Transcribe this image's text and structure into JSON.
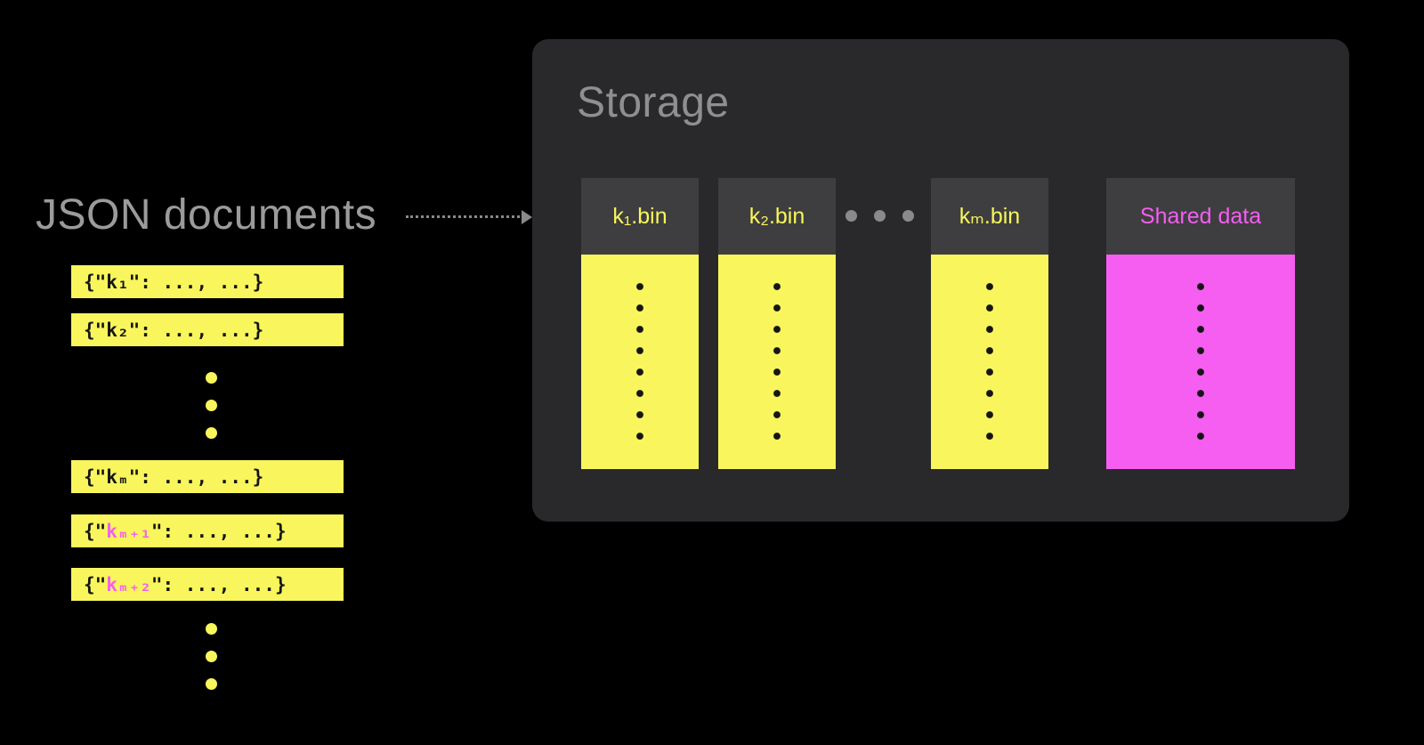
{
  "colors": {
    "yellow": "#f8f65c",
    "magenta": "#f55ef0",
    "panel-bg": "#29292b",
    "header-bg": "#3e3e40",
    "title-gray": "#9b9b9b",
    "storage-title-gray": "#8f8f8f",
    "dot-gray": "#8a8a8a",
    "ink": "#151515"
  },
  "left": {
    "title": "JSON documents",
    "documents": [
      {
        "prefix": "{\"",
        "key": "k₁",
        "suffix": "\": ..., ...}",
        "key_color": "black"
      },
      {
        "prefix": "{\"",
        "key": "k₂",
        "suffix": "\": ..., ...}",
        "key_color": "black"
      },
      {
        "prefix": "{\"",
        "key": "kₘ",
        "suffix": "\": ..., ...}",
        "key_color": "black"
      },
      {
        "prefix": "{\"",
        "key": "kₘ₊₁",
        "suffix": "\": ..., ...}",
        "key_color": "magenta"
      },
      {
        "prefix": "{\"",
        "key": "kₘ₊₂",
        "suffix": "\": ..., ...}",
        "key_color": "magenta"
      }
    ]
  },
  "storage": {
    "title": "Storage",
    "bins": [
      {
        "label": "k₁.bin",
        "type": "key"
      },
      {
        "label": "k₂.bin",
        "type": "key"
      },
      {
        "label": "kₘ.bin",
        "type": "key"
      },
      {
        "label": "Shared data",
        "type": "shared"
      }
    ]
  }
}
